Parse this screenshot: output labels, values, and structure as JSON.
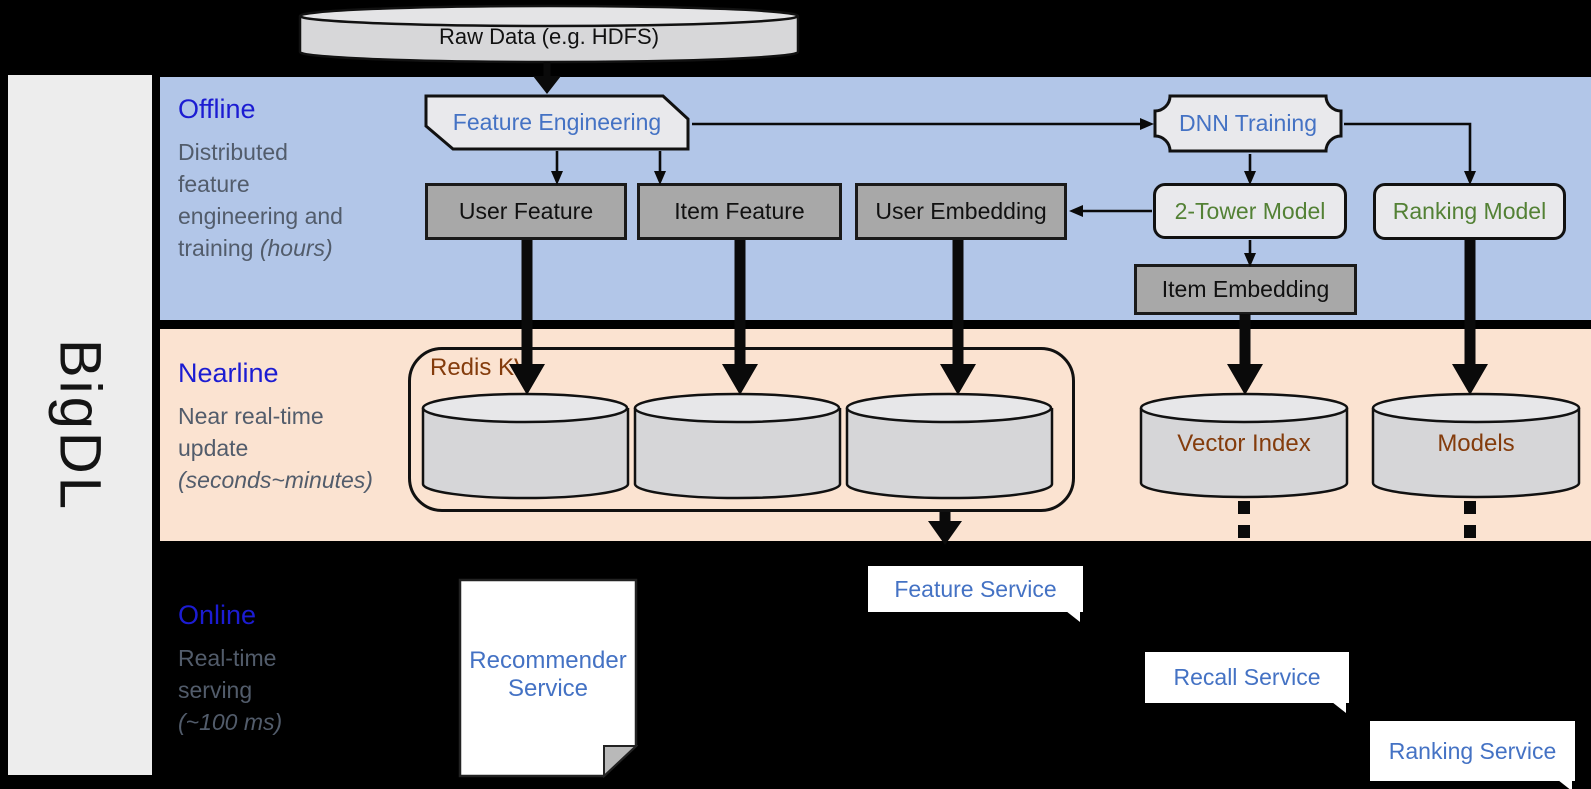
{
  "brand": {
    "label": "BigDL"
  },
  "sections": {
    "offline": {
      "heading": "Offline",
      "desc": "Distributed\nfeature\nengineering and\ntraining",
      "desc_italic": " (hours)"
    },
    "nearline": {
      "heading": "Nearline",
      "desc": "Near real-time\nupdate",
      "desc_italic": "\n(seconds~minutes)"
    },
    "online": {
      "heading": "Online",
      "desc": "Real-time\nserving",
      "desc_italic": "\n(~100 ms)"
    }
  },
  "nodes": {
    "raw_data": "Raw Data (e.g. HDFS)",
    "feature_engineering": "Feature Engineering",
    "dnn_training": "DNN Training",
    "user_feature": "User Feature",
    "item_feature": "Item Feature",
    "user_embedding": "User Embedding",
    "two_tower_model": "2-Tower Model",
    "ranking_model": "Ranking Model",
    "item_embedding": "Item Embedding",
    "redis_kv": "Redis KV",
    "vector_index": "Vector Index",
    "models": "Models",
    "recommender_service": "Recommender\nService",
    "feature_service": "Feature Service",
    "recall_service": "Recall Service",
    "ranking_service": "Ranking Service"
  },
  "colors": {
    "background": "#000000",
    "offline_band": "#b2c6e8",
    "nearline_band": "#fbe3d1",
    "brand_bar": "#ededed",
    "heading_blue": "#1c1cd2",
    "description_gray": "#525c6b",
    "node_gray_fill": "#a8a8a8",
    "node_light_fill": "#e9e9ec",
    "link_blue_text": "#4472c4",
    "model_green_text": "#538135",
    "storage_brown_text": "#843c0c"
  }
}
